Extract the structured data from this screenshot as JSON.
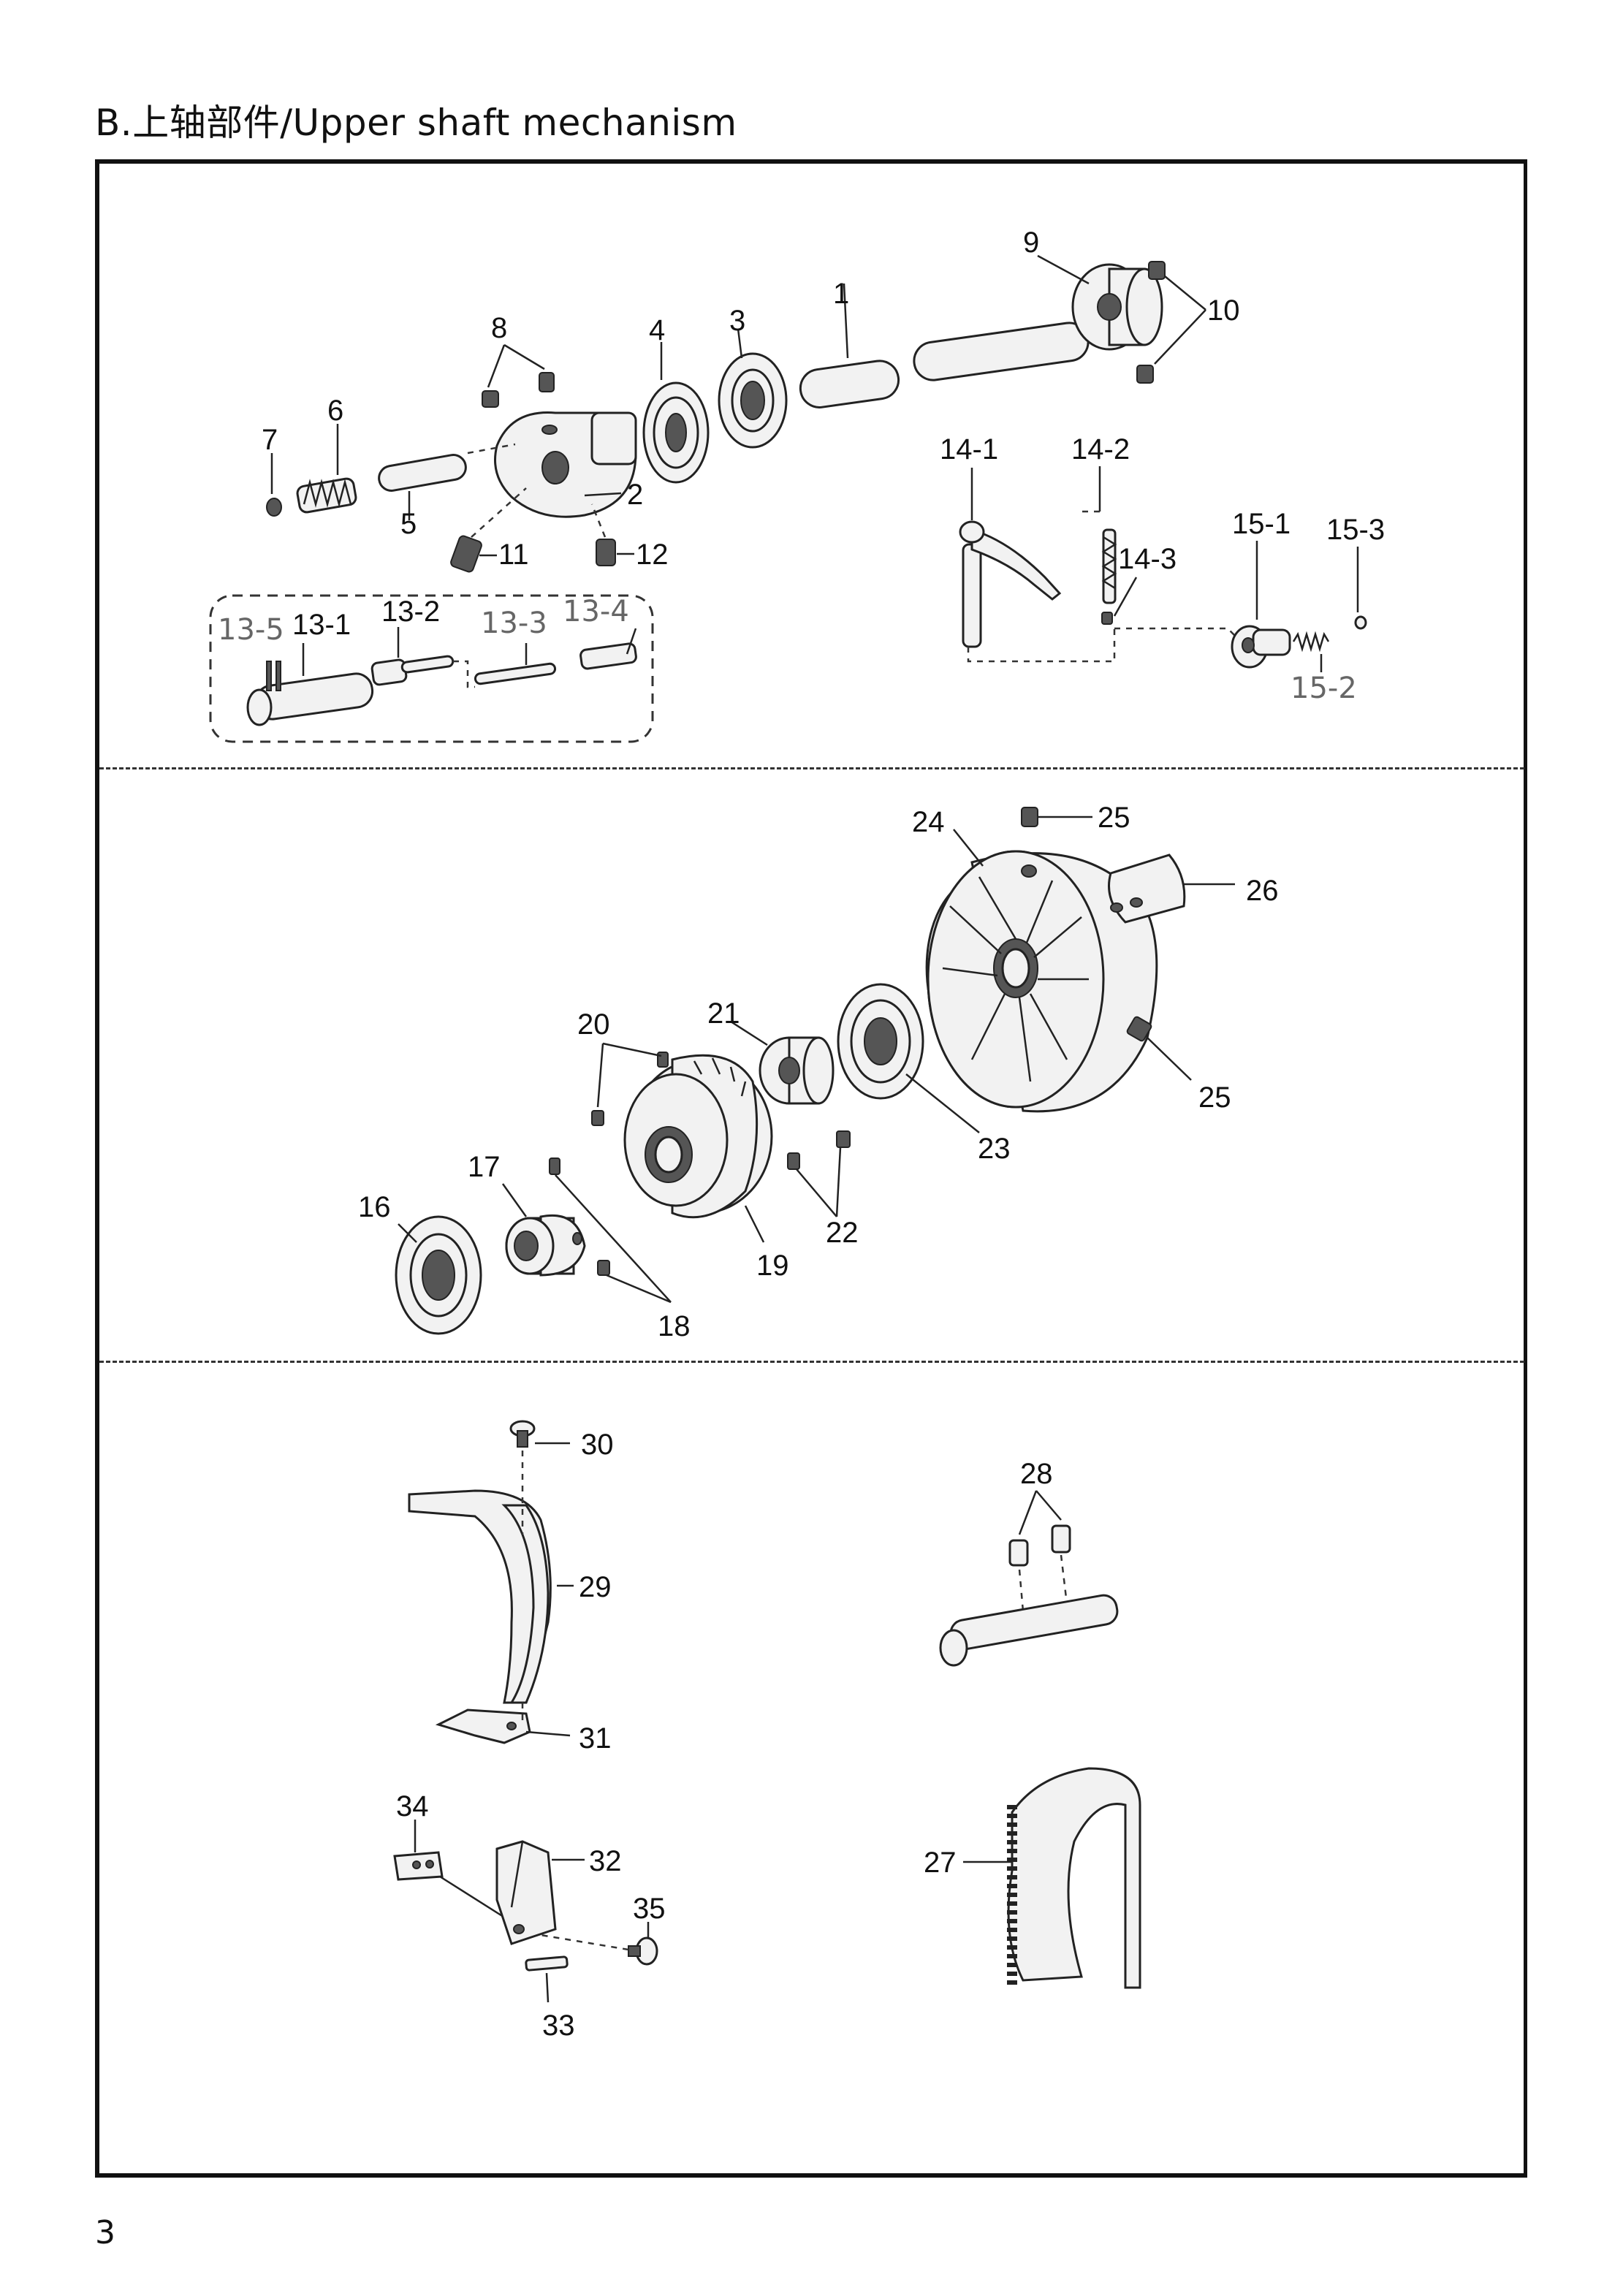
{
  "page": {
    "title": "B.上轴部件/Upper shaft mechanism",
    "page_number": "3"
  },
  "labels": {
    "l1": "1",
    "l2": "2",
    "l3": "3",
    "l4": "4",
    "l5": "5",
    "l6": "6",
    "l7": "7",
    "l8": "8",
    "l9": "9",
    "l10": "10",
    "l11": "11",
    "l12": "12",
    "l13_1": "13-1",
    "l13_2": "13-2",
    "l13_3": "13-3",
    "l13_4": "13-4",
    "l13_5": "13-5",
    "l14_1": "14-1",
    "l14_2": "14-2",
    "l14_3": "14-3",
    "l15_1": "15-1",
    "l15_2": "15-2",
    "l15_3": "15-3",
    "l16": "16",
    "l17": "17",
    "l18": "18",
    "l19": "19",
    "l20": "20",
    "l21": "21",
    "l22": "22",
    "l23": "23",
    "l24": "24",
    "l25a": "25",
    "l25b": "25",
    "l26": "26",
    "l27": "27",
    "l28": "28",
    "l29": "29",
    "l30": "30",
    "l31": "31",
    "l32": "32",
    "l33": "33",
    "l34": "34",
    "l35": "35"
  }
}
